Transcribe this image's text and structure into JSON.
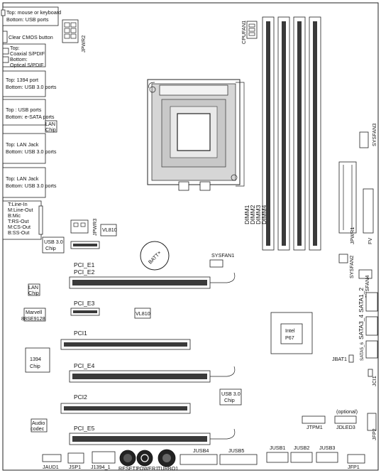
{
  "rear_panel": {
    "ps2_usb": [
      "Top: mouse or keyboard",
      "Bottom: USB ports"
    ],
    "clear_cmos": "Clear CMOS button",
    "spdif": [
      "Top:",
      "Coaxial S/PDIF",
      "Bottom:",
      "Optical S/PDIF"
    ],
    "usb_1394": [
      "Top: 1394 port",
      "Bottom: USB 3.0  ports"
    ],
    "usb_esata": [
      "Top : USB ports",
      "Bottom: e-SATA ports"
    ],
    "lan1": [
      "Top: LAN Jack",
      "Bottom: USB 3.0  ports"
    ],
    "lan2": [
      "Top: LAN Jack",
      "Bottom: USB 3.0  ports"
    ],
    "audio": [
      "T:Line-In",
      "M:Line-Out",
      "B:Mic",
      "T:RS-Out",
      "M:CS-Out",
      "B:SS-Out"
    ]
  },
  "chips": {
    "lan_top": [
      "LAN",
      "Chip"
    ],
    "usb30_left": [
      "USB 3.0",
      "Chip"
    ],
    "lan_mid": [
      "LAN",
      "Chip"
    ],
    "marvell": [
      "Marvell",
      "88SE9128"
    ],
    "c1394": [
      "1394",
      "Chip"
    ],
    "audio_codec": [
      "Audio",
      "codec"
    ],
    "vl810_a": "VL810",
    "vl810_b": "VL810",
    "intel": [
      "Intel",
      "P67"
    ],
    "usb30_right": [
      "USB 3.0",
      "Chip"
    ]
  },
  "connectors": {
    "jpwr2": "JPWR2",
    "cpufan1": "CPUFAN1",
    "sysfan3": "SYSFAN3",
    "jpwr1": "JPWR1",
    "jpwr3": "JPWR3",
    "sysfan1": "SYSFAN1",
    "sysfan2": "SYSFAN2",
    "sysfan4": "SYSFAN4",
    "fv": "FV",
    "batt": [
      "BATT",
      "+"
    ],
    "jbat1": "JBAT1",
    "jci1": "JCI1",
    "jtpm1": "JTPM1",
    "optional": "(optional)",
    "jdled3": "JDLED3",
    "jfp2": "JFP2",
    "jaud1": "JAUD1",
    "jsp1": "JSP1",
    "j1394_1": "J1394_1",
    "reset1": "RESET1",
    "power1": "POWER1",
    "turbo1": "TURBO1",
    "jusb4": "JUSB4",
    "jusb5": "JUSB5",
    "jusb1": "JUSB1",
    "jusb2": "JUSB2",
    "jusb3": "JUSB3",
    "jfp1": "JFP1"
  },
  "dimms": [
    "DIMM1",
    "DIMM2",
    "DIMM3",
    "DIMM4"
  ],
  "slots": {
    "pci_e1": "PCI_E1",
    "pci_e2": "PCI_E2",
    "pci_e3": "PCI_E3",
    "pci1": "PCI1",
    "pci_e4": "PCI_E4",
    "pci2": "PCI2",
    "pci_e5": "PCI_E5"
  },
  "sata": [
    "SATA1_2",
    "SATA3_4",
    "SATA5_6"
  ]
}
